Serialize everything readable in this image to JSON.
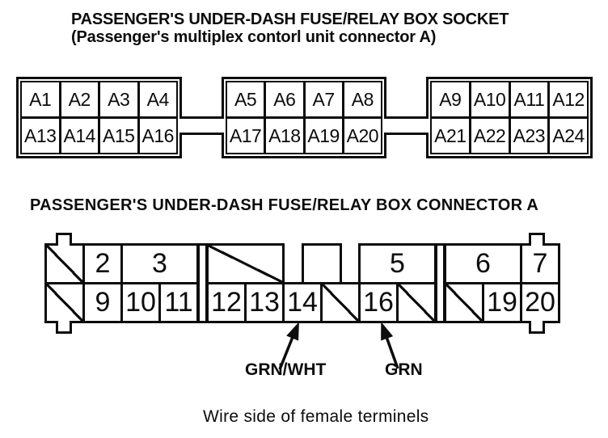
{
  "page": {
    "socket_title": "PASSENGER'S UNDER-DASH FUSE/RELAY BOX SOCKET",
    "socket_subtitle": "(Passenger's multiplex contorl unit connector A)",
    "connector_title": "PASSENGER'S UNDER-DASH FUSE/RELAY BOX CONNECTOR A",
    "caption": "Wire side of female terminels"
  },
  "socket": {
    "blocks": [
      {
        "top": [
          "A1",
          "A2",
          "A3",
          "A4"
        ],
        "bottom": [
          "A13",
          "A14",
          "A15",
          "A16"
        ]
      },
      {
        "top": [
          "A5",
          "A6",
          "A7",
          "A8"
        ],
        "bottom": [
          "A17",
          "A18",
          "A19",
          "A20"
        ]
      },
      {
        "top": [
          "A9",
          "A10",
          "A11",
          "A12"
        ],
        "bottom": [
          "A21",
          "A22",
          "A23",
          "A24"
        ]
      }
    ]
  },
  "connector": {
    "rows": [
      [
        {
          "t": "diag"
        },
        {
          "t": "num",
          "label": "2"
        },
        {
          "t": "num",
          "label": "3",
          "span": 2
        },
        {
          "t": "div"
        },
        {
          "t": "diag",
          "span": 2
        },
        {
          "t": "gap",
          "span": 0.5
        },
        {
          "t": "tab"
        },
        {
          "t": "gap",
          "span": 0.5
        },
        {
          "t": "num",
          "label": "5",
          "span": 2
        },
        {
          "t": "div"
        },
        {
          "t": "num",
          "label": "6",
          "span": 2
        },
        {
          "t": "num",
          "label": "7"
        }
      ],
      [
        {
          "t": "diag"
        },
        {
          "t": "num",
          "label": "9"
        },
        {
          "t": "num",
          "label": "10"
        },
        {
          "t": "num",
          "label": "11"
        },
        {
          "t": "div"
        },
        {
          "t": "num",
          "label": "12"
        },
        {
          "t": "num",
          "label": "13"
        },
        {
          "t": "num",
          "label": "14"
        },
        {
          "t": "diag"
        },
        {
          "t": "num",
          "label": "16"
        },
        {
          "t": "diag"
        },
        {
          "t": "div"
        },
        {
          "t": "diag"
        },
        {
          "t": "num",
          "label": "19"
        },
        {
          "t": "num",
          "label": "20"
        }
      ]
    ],
    "wire_labels": [
      {
        "text": "GRN/WHT",
        "points_to": "14"
      },
      {
        "text": "GRN",
        "points_to": "16"
      }
    ]
  },
  "colors": {
    "ink": "#0c0c0c",
    "paper": "#ffffff"
  }
}
